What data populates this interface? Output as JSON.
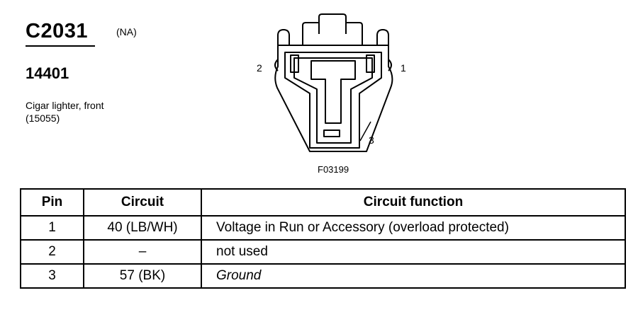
{
  "header": {
    "connector_id": "C2031",
    "market": "(NA)",
    "part_number": "14401",
    "description_line1": "Cigar lighter, front",
    "description_line2": "(15055)"
  },
  "diagram": {
    "pin_labels": [
      "2",
      "1",
      "3"
    ],
    "figure_code": "F03199"
  },
  "table": {
    "headers": [
      "Pin",
      "Circuit",
      "Circuit function"
    ],
    "rows": [
      {
        "pin": "1",
        "circuit": "40 (LB/WH)",
        "function": "Voltage in Run or Accessory (overload protected)"
      },
      {
        "pin": "2",
        "circuit": "–",
        "function": "not used"
      },
      {
        "pin": "3",
        "circuit": "57 (BK)",
        "function": "Ground"
      }
    ]
  }
}
